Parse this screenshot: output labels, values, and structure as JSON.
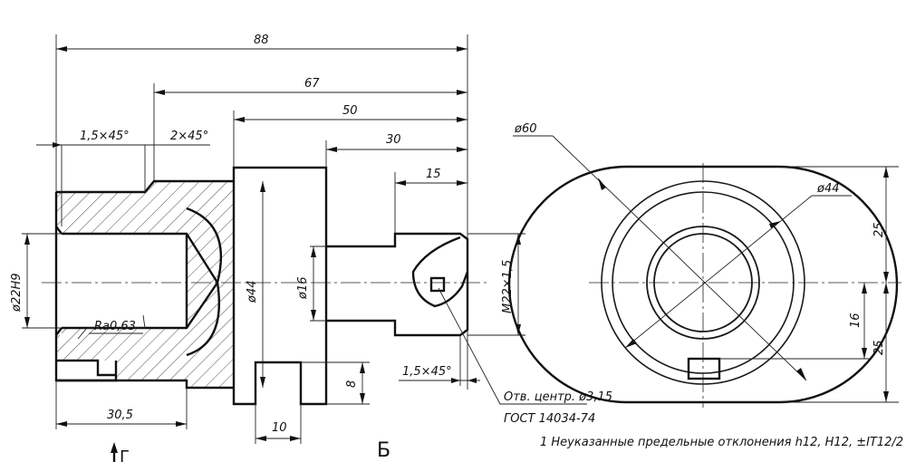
{
  "dimensions": {
    "d88": "88",
    "d67": "67",
    "d50": "50",
    "d30": "30",
    "d15": "15",
    "chamfer_left": "1,5×45°",
    "chamfer_mid": "2×45°",
    "chamfer_right": "1,5×45°",
    "d22h9": "ø22H9",
    "roughness": "Ra0,63",
    "d44": "ø44",
    "d16": "ø16",
    "thread": "M22×1,5",
    "d8": "8",
    "d10": "10",
    "d30_5": "30,5",
    "end_d60": "ø60",
    "end_d44": "ø44",
    "end_25_top": "25",
    "end_25_bottom": "25",
    "end_16": "16"
  },
  "callout": {
    "line1": "Отв. центр. ø3,15",
    "line2": "ГОСТ 14034-74"
  },
  "note": "1 Неуказанные предельные отклонения h12, H12, ±IT12/2",
  "view_label": "Б",
  "section_mark": "Г"
}
